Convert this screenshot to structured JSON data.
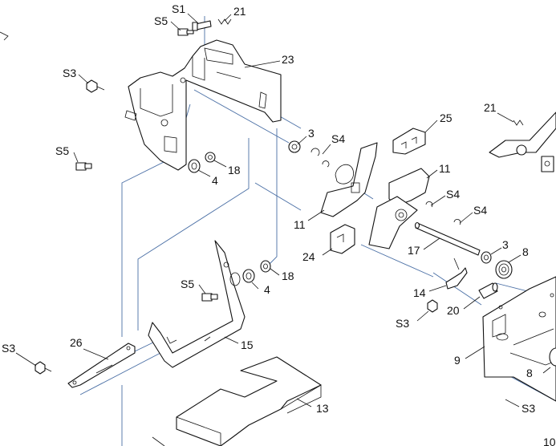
{
  "callouts": {
    "s1": "S1",
    "s5_top": "S5",
    "p21_top": "21",
    "p23": "23",
    "s3_left": "S3",
    "s5_left": "S5",
    "p4_upper": "4",
    "p18_upper": "18",
    "p3_upper": "3",
    "s4_upper": "S4",
    "p25": "25",
    "p21_right": "21",
    "p11_right": "11",
    "p11_left": "11",
    "s4_mid": "S4",
    "s4_right": "S4",
    "p24": "24",
    "p17": "17",
    "p3_lower": "3",
    "p8_upper": "8",
    "s5_mid": "S5",
    "p18_lower": "18",
    "p4_lower": "4",
    "p14": "14",
    "p20": "20",
    "s3_mid": "S3",
    "p9": "9",
    "p26": "26",
    "s3_bottom": "S3",
    "p15": "15",
    "p8_lower": "8",
    "s3_right": "S3",
    "p13": "13",
    "p10": "10"
  }
}
